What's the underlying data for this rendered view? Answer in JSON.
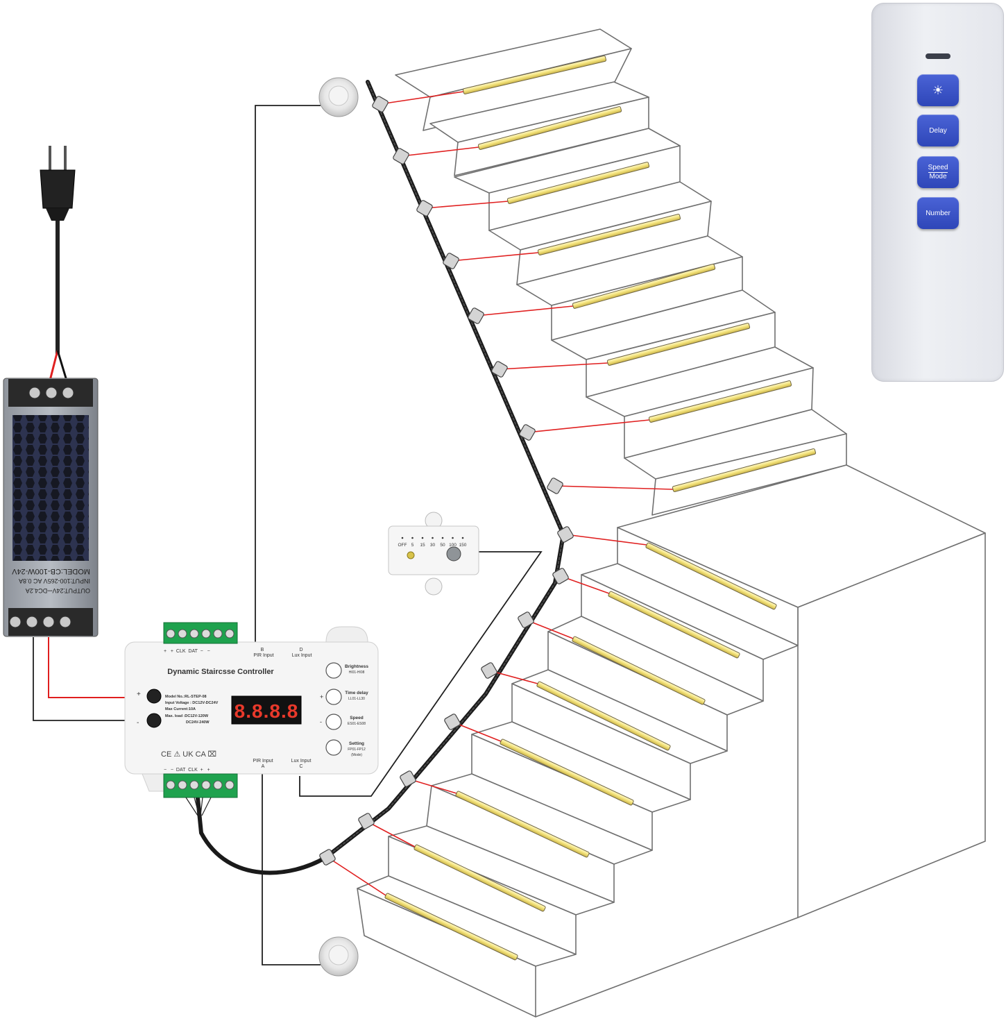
{
  "remote": {
    "buttons": [
      {
        "icon": "sun-icon",
        "label": ""
      },
      {
        "icon": "",
        "label": "Delay"
      },
      {
        "icon": "",
        "label": "Speed",
        "label2": "Mode"
      },
      {
        "icon": "",
        "label": "Number"
      }
    ]
  },
  "power_supply": {
    "model": "MODEL:CB-100W-24V",
    "input": "INPUT:100-265V AC 0.8A",
    "output": "OUTPUT:24V⎓DC4.2A"
  },
  "controller": {
    "title": "Dynamic Staircsse Controller",
    "display": "8.8.8.8",
    "top_terminals": "+   +  CLK  DAT  −   −",
    "bottom_terminals": "−   −  DAT  CLK  +   +",
    "pir_b_letter": "B",
    "pir_b": "PIR Input",
    "lux_d_letter": "D",
    "lux_d": "Lux Input",
    "pir_a_letter": "A",
    "pir_a": "PIR Input",
    "lux_c_letter": "C",
    "lux_c": "Lux Input",
    "spec_model": "Model No.:RL-STEP-08",
    "spec_input": "Input Voltage : DC12V-DC24V",
    "spec_current": "Max Current:10A",
    "spec_load1": "Max. load :DC12V-120W",
    "spec_load2": "DC24V-240W",
    "plus": "+",
    "minus": "-",
    "buttons": [
      {
        "label": "Brightness",
        "sub": "HI01-HI08"
      },
      {
        "label": "Time delay",
        "sub": "LL01-LL30"
      },
      {
        "label": "Speed",
        "sub": "ES01-ES08"
      },
      {
        "label": "Setting",
        "sub": "FP01-FP12",
        "sub2": "(Mode)"
      }
    ],
    "cert": "CE  ⚠  UK CA  ⌧"
  },
  "lux_sensor": {
    "ticks": [
      "OFF",
      "5",
      "15",
      "30",
      "50",
      "100",
      "150"
    ]
  }
}
